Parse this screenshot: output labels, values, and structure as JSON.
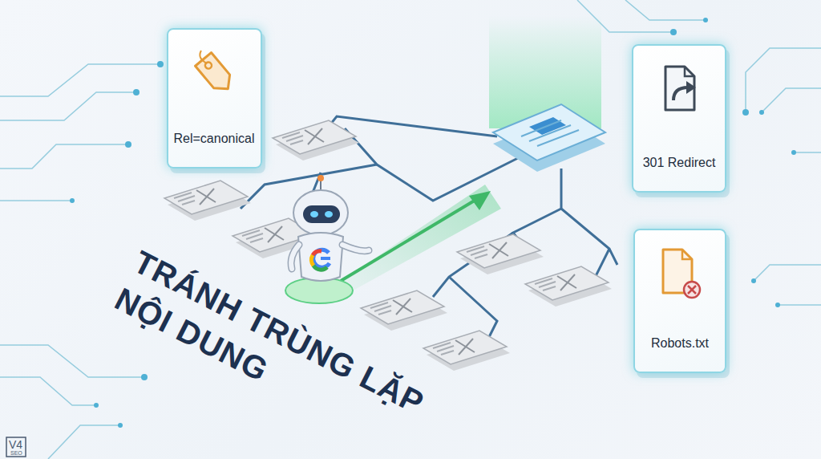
{
  "diagram": {
    "title": "TRÁNH TRÙNG LẶP NỘI DUNG",
    "nodes": [
      {
        "text": [
          "Rel=canonical"
        ]
      },
      {
        "text": [
          "301 Redirect"
        ]
      },
      {
        "text": [
          "Robots.txt"
        ]
      }
    ],
    "labels": [
      "V4",
      "SEO"
    ]
  }
}
